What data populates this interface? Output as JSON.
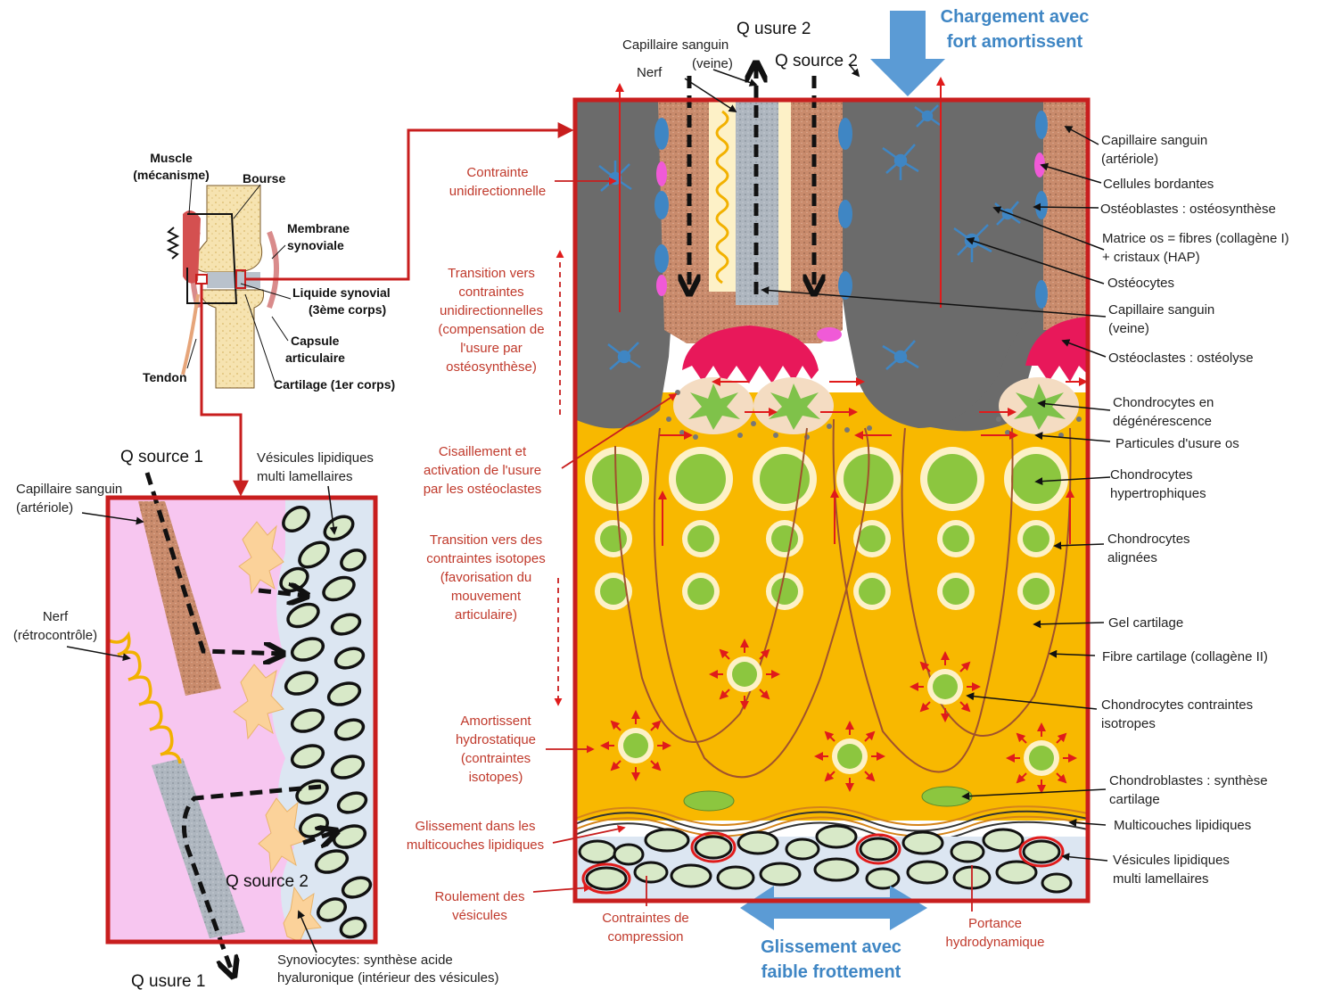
{
  "top": {
    "q_usure_2": "Q usure 2",
    "q_source_2": "Q source 2",
    "load_line1": "Chargement avec",
    "load_line2": "fort amortissent",
    "cap_vein_line1": "Capillaire sanguin",
    "cap_vein_line2": "(veine)",
    "nerf": "Nerf"
  },
  "knee": {
    "muscle_line1": "Muscle",
    "muscle_line2": "(mécanisme)",
    "bourse": "Bourse",
    "membrane_line1": "Membrane",
    "membrane_line2": "synoviale",
    "liquide_line1": "Liquide synovial",
    "liquide_line2": "(3ème corps)",
    "capsule_line1": "Capsule",
    "capsule_line2": "articulaire",
    "tendon": "Tendon",
    "cartilage": "Cartilage  (1er corps)"
  },
  "inset": {
    "q_source_1": "Q source 1",
    "q_source_2": "Q source 2",
    "q_usure_1": "Q usure 1",
    "cap_line1": "Capillaire sanguin",
    "cap_line2": "(artériole)",
    "nerf_line1": "Nerf",
    "nerf_line2": "(rétrocontrôle)",
    "vesicles_line1": "Vésicules lipidiques",
    "vesicles_line2": "multi lamellaires",
    "synovio_line1": "Synoviocytes: synthèse acide",
    "synovio_line2": "hyaluronique (intérieur des vésicules)"
  },
  "middle_labels": {
    "contrainte_uni": [
      "Contrainte",
      "unidirectionnelle"
    ],
    "transition_uni": [
      "Transition vers",
      "contraintes",
      "unidirectionnelles",
      "(compensation de",
      "l'usure par",
      "ostéosynthèse)"
    ],
    "cisaillement": [
      "Cisaillement  et",
      "activation de l'usure",
      "par les ostéoclastes"
    ],
    "transition_iso": [
      "Transition vers des",
      "contraintes isotopes",
      "(favorisation du",
      "mouvement",
      "articulaire)"
    ],
    "amortissent": [
      "Amortissent",
      "hydrostatique",
      "(contraintes",
      "isotopes)"
    ],
    "glissement_multi": [
      "Glissement dans les",
      "multicouches lipidiques"
    ],
    "roulement": [
      "Roulement des",
      "vésicules"
    ]
  },
  "bottom": {
    "compression": [
      "Contraintes de",
      "compression"
    ],
    "glissement_line1": "Glissement avec",
    "glissement_line2": "faible frottement",
    "portance": [
      "Portance",
      "hydrodynamique"
    ]
  },
  "right_labels": {
    "cap_arteriole": [
      "Capillaire sanguin",
      "(artériole)"
    ],
    "cellules_bordantes": [
      "Cellules bordantes"
    ],
    "osteoblastes": [
      "Ostéoblastes : ostéosynthèse"
    ],
    "matrice": [
      "Matrice os = fibres (collagène I)",
      "+ cristaux (HAP)"
    ],
    "osteocytes": [
      "Ostéocytes"
    ],
    "cap_veine": [
      "Capillaire sanguin",
      "(veine)"
    ],
    "osteoclastes": [
      "Ostéoclastes : ostéolyse"
    ],
    "chondro_degen": [
      "Chondrocytes en",
      "dégénérescence"
    ],
    "particules": [
      "Particules d'usure os"
    ],
    "chondro_hyper": [
      "Chondrocytes",
      "hypertrophiques"
    ],
    "chondro_align": [
      "Chondrocytes",
      "alignées"
    ],
    "gel": [
      "Gel cartilage"
    ],
    "fibre": [
      "Fibre cartilage (collagène II)"
    ],
    "chondro_iso": [
      "Chondrocytes contraintes",
      "isotropes"
    ],
    "chondroblastes": [
      "Chondroblastes : synthèse",
      "cartilage"
    ],
    "multicouches": [
      "Multicouches lipidiques"
    ],
    "vesicules": [
      "Vésicules lipidiques",
      "multi lamellaires"
    ]
  },
  "colors": {
    "frame_red": "#c81e1e",
    "cartilage_gel": "#f8b800",
    "bone_grey": "#6b6b6b",
    "osteoblast_blue": "#3f86c4",
    "osteoclast_pink": "#e8185a",
    "chondrocyte_green": "#8cc63f",
    "synovial_pink": "#f7c6f0",
    "fluid_blue": "#dce6f2",
    "capillary_brown": "#c98b6c",
    "annotation_red": "#c0392b",
    "arrow_blue": "#5b9bd5"
  }
}
